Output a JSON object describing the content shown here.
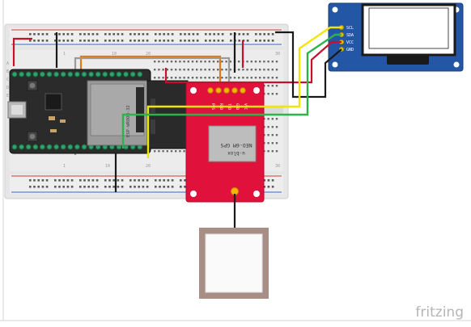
{
  "watermark": "fritzing",
  "oled": {
    "pin_labels": [
      "SCL",
      "SDA",
      "VCC",
      "GND"
    ]
  },
  "gps": {
    "pin_labels": [
      "PPS",
      "RXD",
      "TXD",
      "GND",
      "VCC"
    ],
    "label": "NEO-6M GPS",
    "chip_label": "u-blox"
  },
  "esp32": {
    "shield_label": "ESP-WROOM-32"
  },
  "breadboard": {
    "col_numbers": [
      "1",
      "10",
      "20",
      "30"
    ],
    "row_letters": [
      "A",
      "B",
      "C",
      "D",
      "E"
    ]
  },
  "colors": {
    "red": "#c8102e",
    "black": "#1a1a1a",
    "yellow": "#f2e600",
    "green": "#2db34a",
    "orange": "#e07b1a",
    "gray": "#9a9a9a",
    "gps_board": "#e0123c",
    "oled_board": "#2456a6"
  }
}
